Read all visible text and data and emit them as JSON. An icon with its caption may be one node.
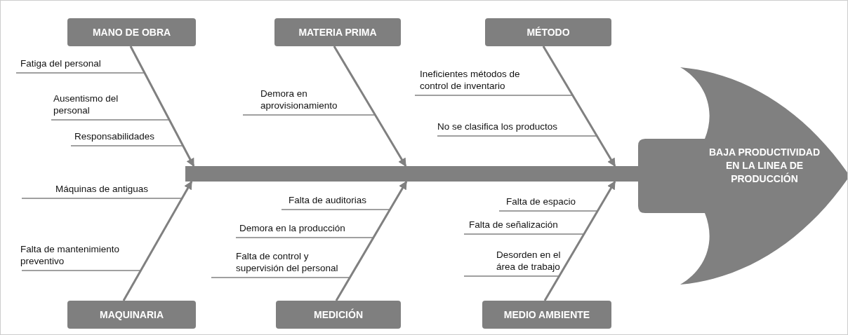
{
  "diagram": {
    "nodes": [
      {
        "text": [
          "MANO DE OBRA"
        ]
      },
      {
        "text": [
          "MATERIA PRIMA"
        ]
      },
      {
        "text": [
          "MÉTODO"
        ]
      },
      {
        "text": [
          "MAQUINARIA"
        ]
      },
      {
        "text": [
          "MEDICIÓN"
        ]
      },
      {
        "text": [
          "MEDIO AMBIENTE"
        ]
      },
      {
        "text": [
          "BAJA PRODUCTIVIDAD EN LA LINEA DE PRODUCCIÓN"
        ]
      },
      {
        "text": [],
        "shape": "bar"
      }
    ],
    "edges": [
      {
        "from": 0,
        "to": 7,
        "arrow": "to"
      },
      {
        "from": 1,
        "to": 7,
        "arrow": "to"
      },
      {
        "from": 2,
        "to": 7,
        "arrow": "to"
      },
      {
        "from": 3,
        "to": 7,
        "arrow": "to"
      },
      {
        "from": 4,
        "to": 7,
        "arrow": "to"
      },
      {
        "from": 5,
        "to": 7,
        "arrow": "to"
      }
    ],
    "labels": [
      "Fatiga del personal",
      "Ausentismo del personal",
      "Responsabilidades",
      "Demora en aprovisionamiento",
      "Ineficientes métodos de control de inventario",
      "No se clasifica los productos",
      "Máquinas de antiguas",
      "Falta de mantenimiento preventivo",
      "Falta de auditorias",
      "Demora en la producción",
      "Falta de control y supervisión del personal",
      "Falta de espacio",
      "Falta de señalización",
      "Desorden en el área de trabajo"
    ]
  }
}
